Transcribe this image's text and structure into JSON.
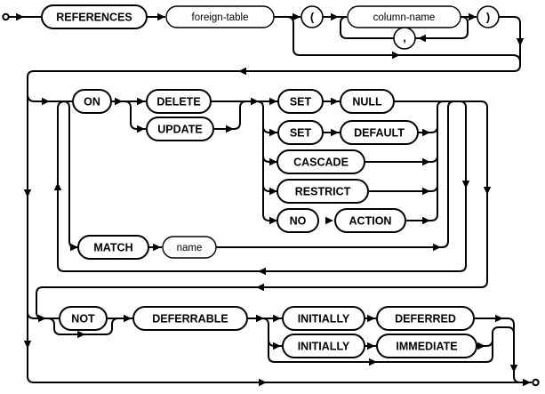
{
  "diagram": {
    "kind": "railroad-syntax-diagram",
    "keywords": {
      "references": "REFERENCES",
      "on": "ON",
      "delete": "DELETE",
      "update": "UPDATE",
      "set1": "SET",
      "null": "NULL",
      "set2": "SET",
      "default": "DEFAULT",
      "cascade": "CASCADE",
      "restrict": "RESTRICT",
      "no": "NO",
      "action": "ACTION",
      "match": "MATCH",
      "not": "NOT",
      "deferrable": "DEFERRABLE",
      "initially1": "INITIALLY",
      "deferred": "DEFERRED",
      "initially2": "INITIALLY",
      "immediate": "IMMEDIATE"
    },
    "variables": {
      "foreign_table": "foreign-table",
      "column_name": "column-name",
      "name": "name"
    },
    "punctuation": {
      "open_paren": "(",
      "comma": ",",
      "close_paren": ")"
    }
  }
}
